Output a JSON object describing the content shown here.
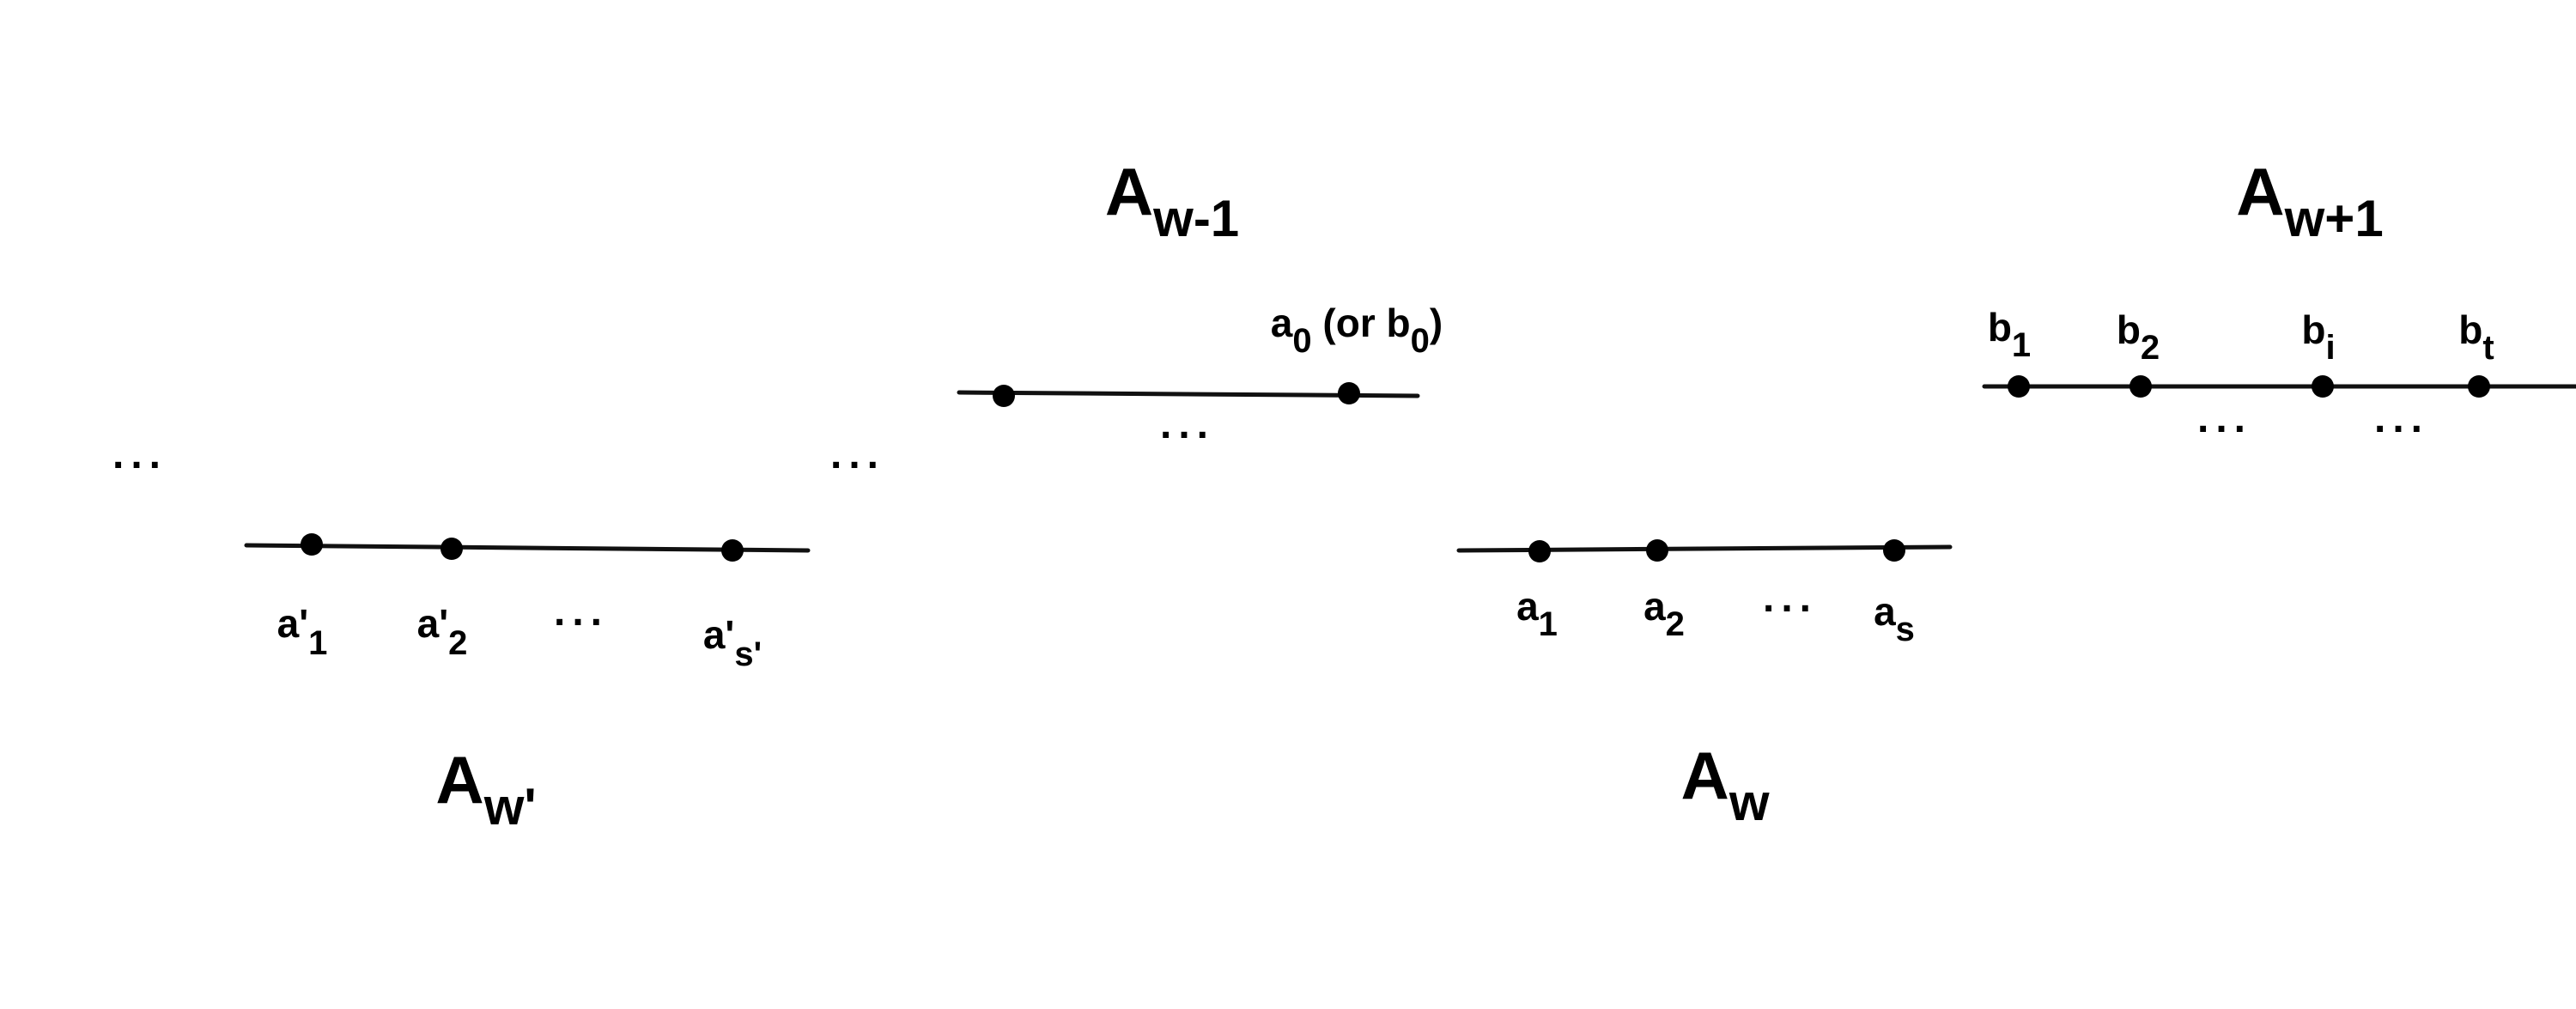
{
  "groups": {
    "aw_prime": {
      "title": {
        "main": "A",
        "sub": "w'"
      },
      "points": [
        {
          "main": "a'",
          "sub": "1"
        },
        {
          "main": "a'",
          "sub": "2"
        },
        {
          "main": "a'",
          "sub": "s'"
        }
      ],
      "ellipsis": "..."
    },
    "aw_minus_1": {
      "title": {
        "main": "A",
        "sub": "w-1"
      },
      "points": [
        {
          "main": "a",
          "sub": "0",
          "note_open": " (or b",
          "note_sub": "0",
          "note_close": ")"
        }
      ],
      "ellipsis": "..."
    },
    "aw": {
      "title": {
        "main": "A",
        "sub": "w"
      },
      "points": [
        {
          "main": "a",
          "sub": "1"
        },
        {
          "main": "a",
          "sub": "2"
        },
        {
          "main": "a",
          "sub": "s"
        }
      ],
      "ellipsis": "..."
    },
    "aw_plus_1": {
      "title": {
        "main": "A",
        "sub": "w+1"
      },
      "points": [
        {
          "main": "b",
          "sub": "1"
        },
        {
          "main": "b",
          "sub": "2"
        },
        {
          "main": "b",
          "sub": "i"
        },
        {
          "main": "b",
          "sub": "t"
        }
      ],
      "ellipsis_1": "...",
      "ellipsis_2": "..."
    }
  },
  "between": {
    "left_ellipsis": "...",
    "middle_ellipsis": "..."
  }
}
